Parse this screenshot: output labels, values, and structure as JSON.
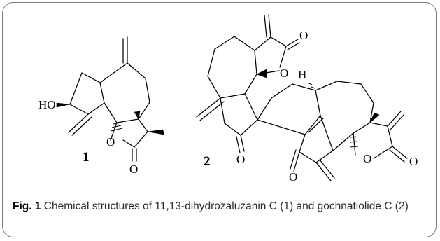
{
  "figure": {
    "caption_label": "Fig. 1",
    "caption_text": "Chemical structures of 11,13-dihydrozaluzanin C (1) and gochnatiolide C (2)"
  },
  "compound_1": {
    "number": "1",
    "atom_labels": {
      "hydroxyl": "HO",
      "ring_oxygen": "O",
      "carbonyl_oxygen": "O"
    }
  },
  "compound_2": {
    "number": "2",
    "atom_labels": {
      "upper_lactone_carbonyl_oxygen": "O",
      "upper_lactone_ring_oxygen": "O",
      "hydrogen": "H",
      "ketone_oxygen_left": "O",
      "ketone_oxygen_right": "O",
      "lower_lactone_ring_oxygen": "O",
      "lower_lactone_carbonyl_oxygen": "O"
    }
  },
  "colors": {
    "frame": "#7a7a7a",
    "ink": "#000000",
    "caption_text": "#2b2b2b"
  }
}
